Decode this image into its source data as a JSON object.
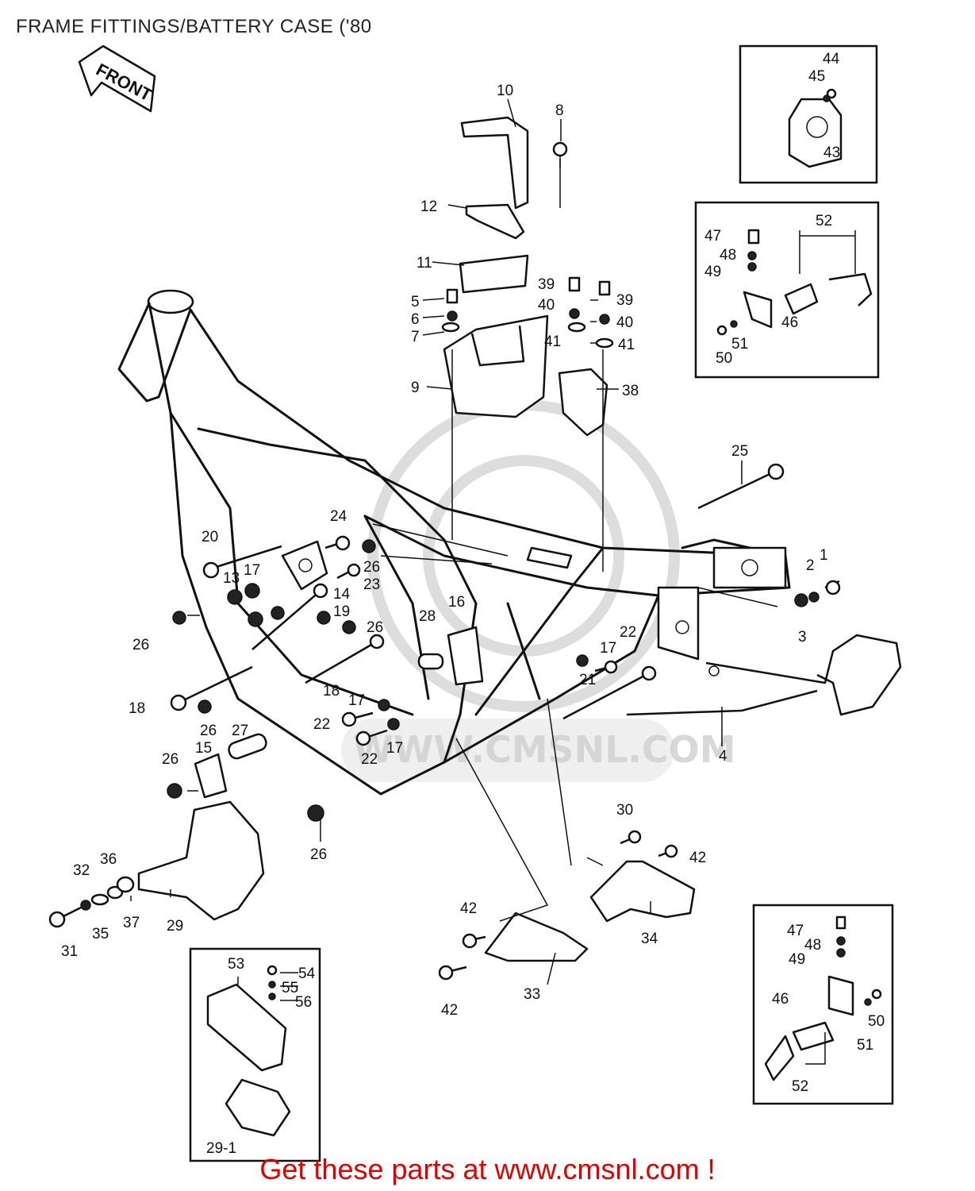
{
  "title": "FRAME FITTINGS/BATTERY CASE ('80",
  "front_label": "FRONT",
  "footer": "Get these parts at www.cmsnl.com !",
  "watermark_text": "WWW.CMSNL.COM",
  "callouts": {
    "c1": "1",
    "c2": "2",
    "c3": "3",
    "c4": "4",
    "c5": "5",
    "c6": "6",
    "c7": "7",
    "c8": "8",
    "c9": "9",
    "c10": "10",
    "c11": "11",
    "c12": "12",
    "c13": "13",
    "c14": "14",
    "c15": "15",
    "c16": "16",
    "c17a": "17",
    "c17b": "17",
    "c17c": "17",
    "c17d": "17",
    "c18a": "18",
    "c18b": "18",
    "c19": "19",
    "c20": "20",
    "c21": "21",
    "c22a": "22",
    "c22b": "22",
    "c22c": "22",
    "c23": "23",
    "c24": "24",
    "c25": "25",
    "c26a": "26",
    "c26b": "26",
    "c26c": "26",
    "c26d": "26",
    "c26e": "26",
    "c26f": "26",
    "c27": "27",
    "c28": "28",
    "c29": "29",
    "c29_1": "29-1",
    "c30": "30",
    "c31": "31",
    "c32": "32",
    "c33": "33",
    "c34": "34",
    "c35": "35",
    "c36": "36",
    "c37": "37",
    "c38": "38",
    "c39a": "39",
    "c39b": "39",
    "c40a": "40",
    "c40b": "40",
    "c41a": "41",
    "c41b": "41",
    "c42a": "42",
    "c42b": "42",
    "c42c": "42",
    "c43": "43",
    "c44": "44",
    "c45": "45",
    "c46a": "46",
    "c46b": "46",
    "c47a": "47",
    "c47b": "47",
    "c48a": "48",
    "c48b": "48",
    "c49a": "49",
    "c49b": "49",
    "c50a": "50",
    "c50b": "50",
    "c51a": "51",
    "c51b": "51",
    "c52a": "52",
    "c52b": "52",
    "c53": "53",
    "c54": "54",
    "c55": "55",
    "c56": "56"
  }
}
